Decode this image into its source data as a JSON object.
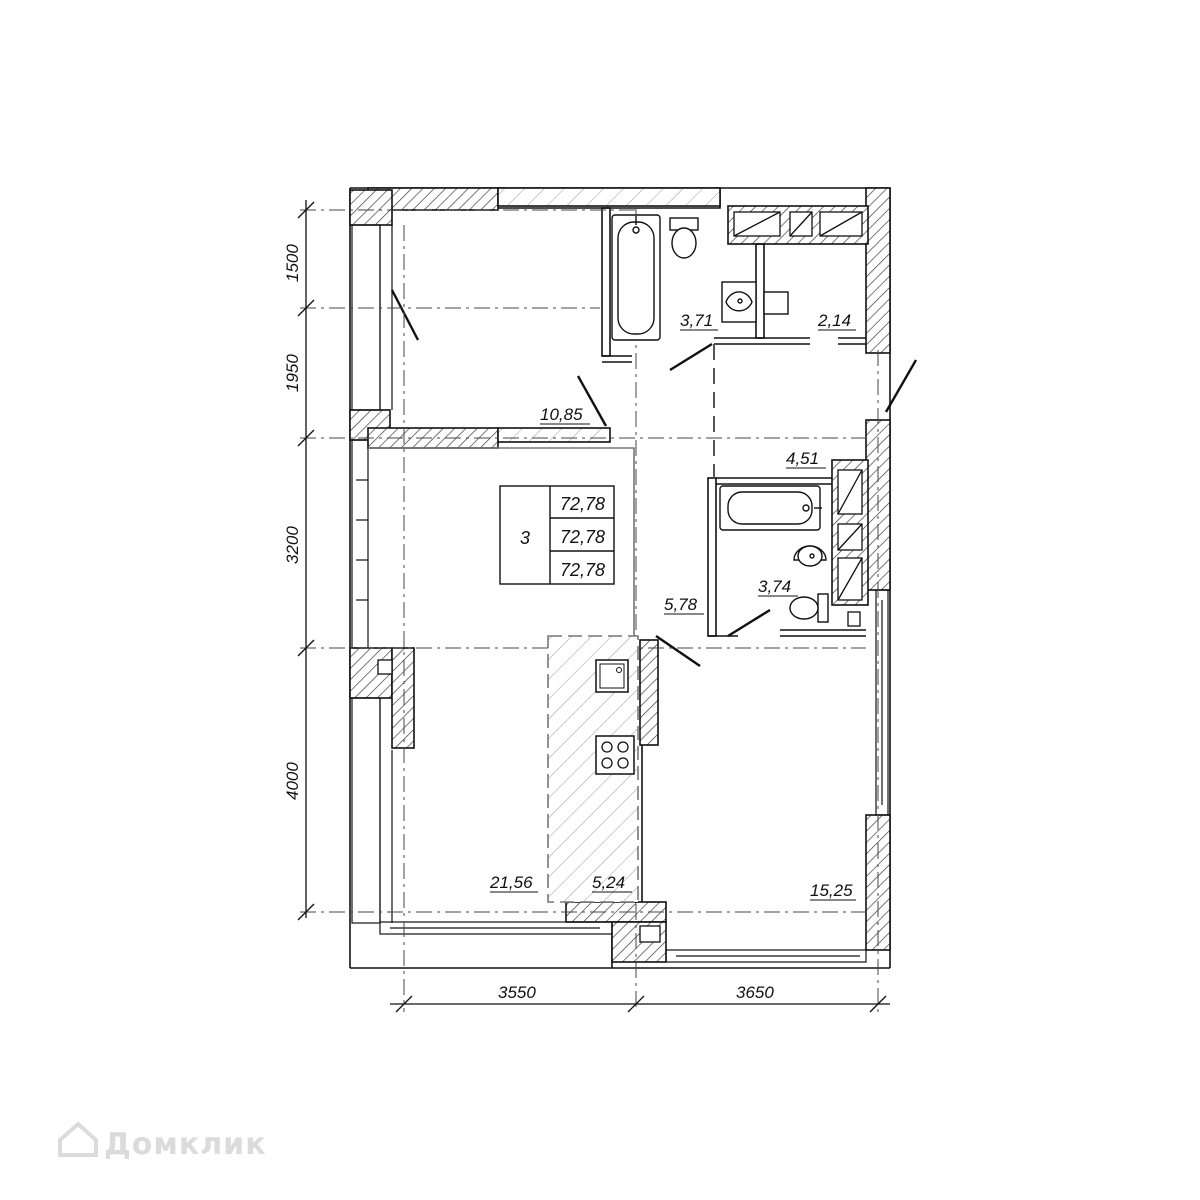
{
  "plan": {
    "rooms_count": "3",
    "areas_table": [
      "72,78",
      "72,78",
      "72,78"
    ],
    "room_areas": {
      "bedroom_top": "10,85",
      "bath_top": "3,71",
      "storage": "2,14",
      "hall_upper": "4,51",
      "bath_mid": "3,74",
      "hall": "5,78",
      "living": "21,56",
      "kitchen": "5,24",
      "bedroom_right": "15,25"
    },
    "dimensions": {
      "left": [
        "1500",
        "1950",
        "3200",
        "4000"
      ],
      "bottom": [
        "3550",
        "3650"
      ]
    }
  },
  "watermark": {
    "text": "Домклик"
  },
  "colors": {
    "line": "#111111",
    "hatch": "#555555",
    "bg": "#ffffff",
    "watermark": "#d8d8d8"
  }
}
